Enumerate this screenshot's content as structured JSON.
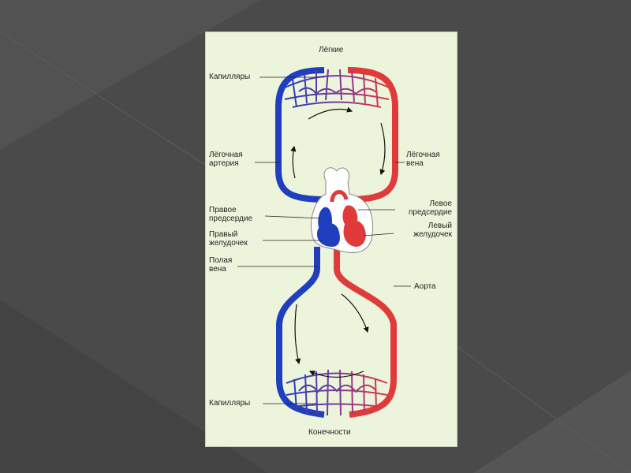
{
  "colors": {
    "slide_bg": "#4a4a4a",
    "card_bg": "#edf4dc",
    "venous_blood": "#1f3fbf",
    "arterial_blood": "#e03a3a"
  },
  "labels": {
    "lungs": "Лёгкие",
    "capillaries_top": "Капилляры",
    "pulmonary_artery": "Лёгочная\nартерия",
    "pulmonary_vein": "Лёгочная\nвена",
    "right_atrium": "Правое\nпредсердие",
    "left_atrium": "Левое\nпредсердие",
    "right_ventricle": "Правый\nжелудочек",
    "left_ventricle": "Левый\nжелудочек",
    "vena_cava": "Полая\nвена",
    "aorta": "Аорта",
    "capillaries_bottom": "Капилляры",
    "limbs": "Конечности"
  }
}
